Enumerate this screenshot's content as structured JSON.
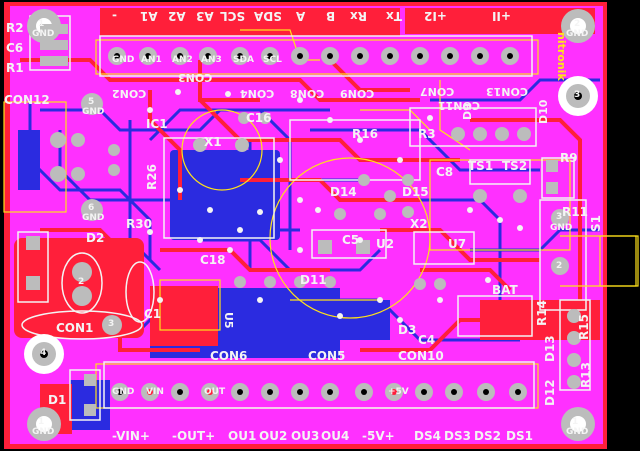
{
  "board": {
    "brand": "nitronik",
    "top_header_labels": [
      "+II",
      "+I2",
      "Tx",
      "Rx",
      "B",
      "A",
      "SDA",
      "SCL",
      "A3",
      "A2",
      "A1",
      "-"
    ],
    "bottom_header_labels": [
      "-VIN+",
      "-OUT+",
      "OU1",
      "OU2",
      "OU3",
      "OU4",
      "-5V+",
      "DS4",
      "DS3",
      "DS2",
      "DS1"
    ],
    "designators": [
      "R2",
      "C6",
      "R1",
      "CON12",
      "CON2",
      "CON3",
      "CON4",
      "CON8",
      "CON9",
      "CON7",
      "CON13",
      "D10",
      "D9",
      "CON11",
      "R3",
      "R16",
      "IC1",
      "X1",
      "C16",
      "R26",
      "R30",
      "D2",
      "D14",
      "D15",
      "C8",
      "TS1",
      "TS2",
      "R9",
      "R11",
      "S1",
      "X2",
      "C5",
      "U2",
      "U7",
      "U5",
      "D11",
      "C18",
      "CON1",
      "C1",
      "CON6",
      "CON5",
      "CON10",
      "D3",
      "C4",
      "BAT",
      "R14",
      "R15",
      "D13",
      "D12",
      "R13",
      "D1"
    ],
    "pad_labels": {
      "gnd": "GND",
      "n1": "1",
      "n2": "2",
      "n3": "3",
      "n4": "4",
      "n5": "5",
      "n6": "6",
      "sda": "SDA",
      "scl": "SCL",
      "an1": "AN1",
      "an2": "AN2",
      "an3": "AN3",
      "vin": "VIN",
      "out": "OUT",
      "o5v": "+5V"
    },
    "colors": {
      "substrate": "#000000",
      "top_copper": "#ff1f3a",
      "bottom_copper": "#2b2be0",
      "ground_pour": "#ff30ff",
      "silkscreen": "#f4f4f4",
      "keepout": "#ffe21a",
      "pad": "#bcbcbc"
    }
  }
}
